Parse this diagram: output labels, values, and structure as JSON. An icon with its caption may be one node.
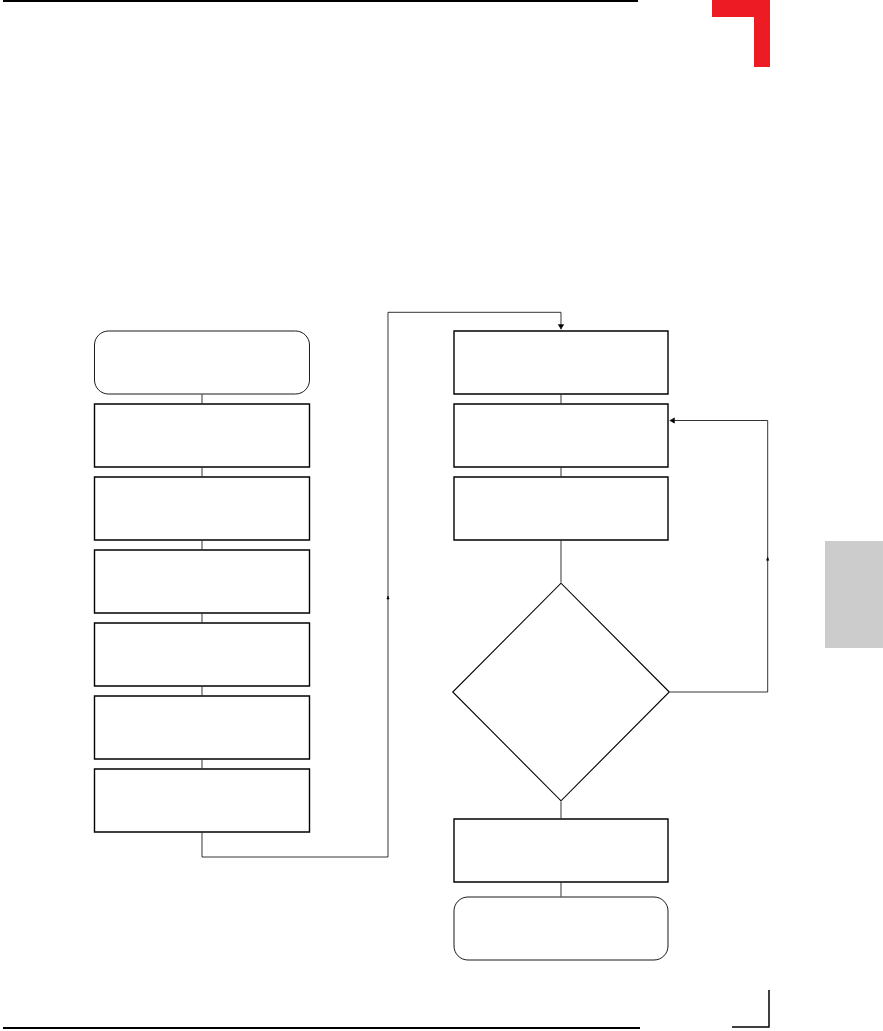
{
  "diagram": {
    "nodes": [
      {
        "text": [],
        "shape": "terminal"
      },
      {
        "text": [],
        "shape": "box"
      },
      {
        "text": [],
        "shape": "box"
      },
      {
        "text": [],
        "shape": "box"
      },
      {
        "text": [],
        "shape": "box"
      },
      {
        "text": [],
        "shape": "box"
      },
      {
        "text": [],
        "shape": "box"
      },
      {
        "text": [],
        "shape": "box"
      },
      {
        "text": [],
        "shape": "box"
      },
      {
        "text": [],
        "shape": "box"
      },
      {
        "text": [],
        "shape": "diamond"
      },
      {
        "text": [],
        "shape": "box"
      },
      {
        "text": [],
        "shape": "terminal"
      }
    ],
    "edges": [
      {
        "from": 0,
        "to": 1,
        "arrow": "none"
      },
      {
        "from": 1,
        "to": 2,
        "arrow": "none"
      },
      {
        "from": 2,
        "to": 3,
        "arrow": "none"
      },
      {
        "from": 3,
        "to": 4,
        "arrow": "none"
      },
      {
        "from": 4,
        "to": 5,
        "arrow": "none"
      },
      {
        "from": 5,
        "to": 6,
        "arrow": "none"
      },
      {
        "from": 6,
        "to": 7,
        "arrow": "to"
      },
      {
        "from": 7,
        "to": 8,
        "arrow": "none"
      },
      {
        "from": 8,
        "to": 9,
        "arrow": "none"
      },
      {
        "from": 9,
        "to": 10,
        "arrow": "none"
      },
      {
        "from": 10,
        "to": 11,
        "arrow": "none"
      },
      {
        "from": 11,
        "to": 12,
        "arrow": "none"
      },
      {
        "from": 10,
        "to": 8,
        "arrow": "to"
      }
    ]
  }
}
